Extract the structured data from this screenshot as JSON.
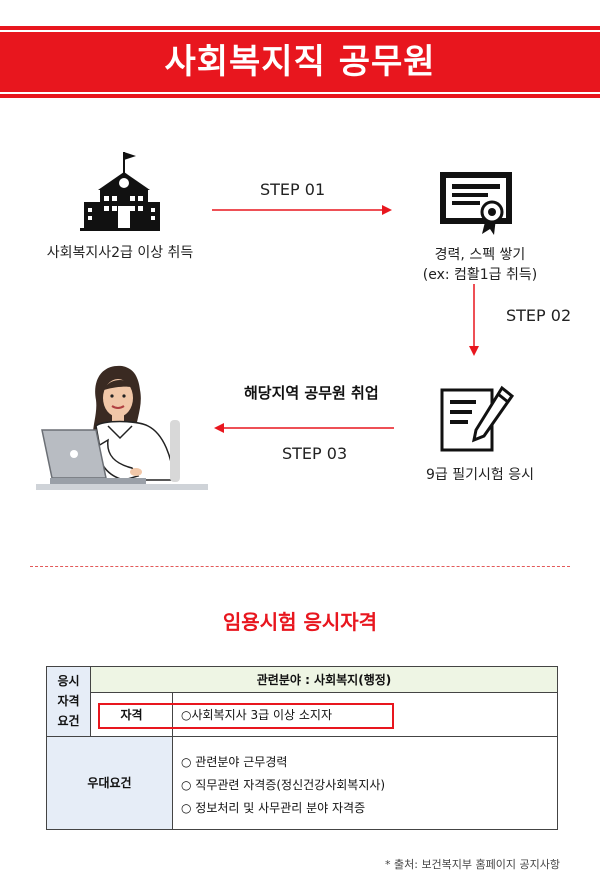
{
  "banner": {
    "title": "사회복지직 공무원"
  },
  "steps": {
    "step1_label": "STEP 01",
    "step2_label": "STEP 02",
    "step3_label": "STEP 03",
    "node_school": "사회복지사2급 이상 취득",
    "node_certificate_line1": "경력, 스펙 쌓기",
    "node_certificate_line2": "(ex: 컴활1급 취득)",
    "node_exam": "9급 필기시험 응시",
    "node_result": "해당지역 공무원 취업"
  },
  "section": {
    "title": "임용시험 응시자격"
  },
  "table": {
    "left_header_lines": [
      "응시",
      "자격",
      "요건"
    ],
    "field_header": "관련분야 : 사회복지(행정)",
    "qualification_label": "자격",
    "qualification_value": "○사회복지사 3급 이상 소지자",
    "preference_label": "우대요건",
    "preference_items": [
      "○  관련분야 근무경력",
      "○  직무관련 자격증(정신건강사회복지사)",
      "○  정보처리 및 사무관리 분야 자격증"
    ]
  },
  "source_note": "* 출처: 보건복지부 홈페이지 공지사항",
  "colors": {
    "accent": "#e8161e",
    "header_green": "#eef5e4",
    "left_blue": "#e6edf7"
  },
  "icons": [
    "school-building-icon",
    "certificate-icon",
    "exam-document-icon",
    "woman-laptop-illustration"
  ]
}
